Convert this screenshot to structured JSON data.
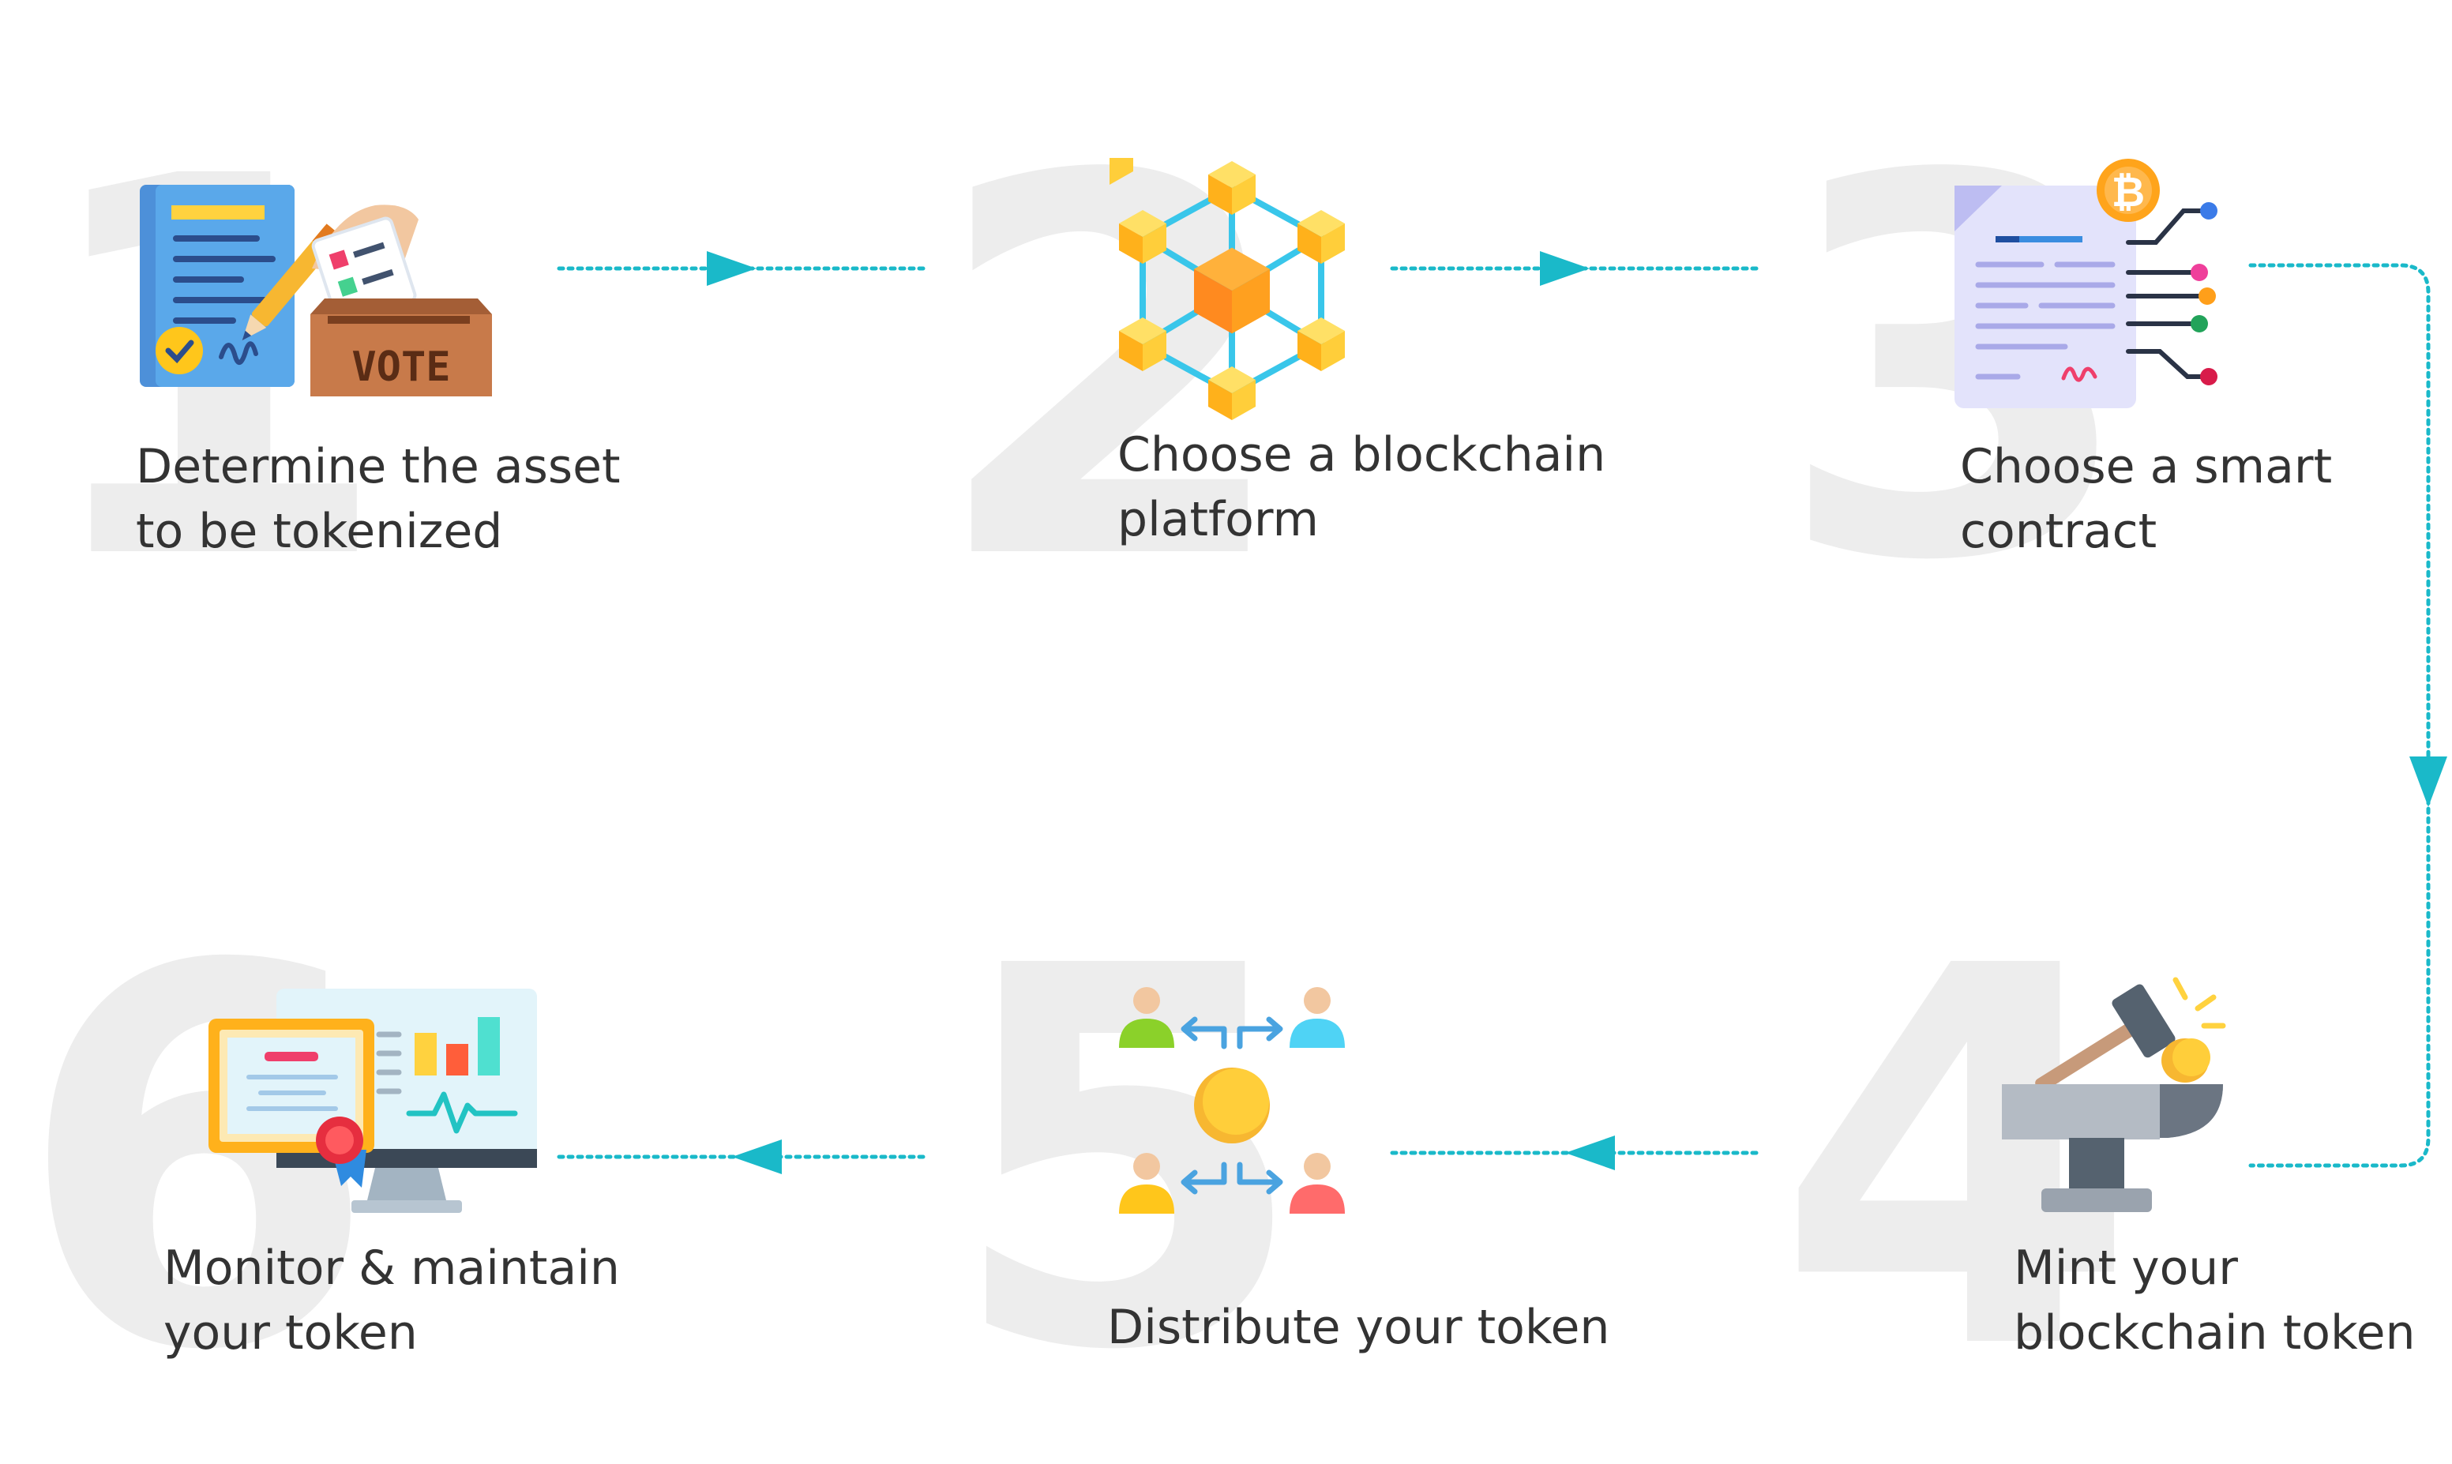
{
  "steps": [
    {
      "number": "1",
      "line1": "Determine the asset",
      "line2": "to be tokenized",
      "icon": "vote-document-icon"
    },
    {
      "number": "2",
      "line1": "Choose a blockchain",
      "line2": "platform",
      "icon": "blockchain-network-icon"
    },
    {
      "number": "3",
      "line1": "Choose a smart",
      "line2": "contract",
      "icon": "smart-contract-icon"
    },
    {
      "number": "4",
      "line1": "Mint your",
      "line2": "blockchain token",
      "icon": "anvil-hammer-coin-icon"
    },
    {
      "number": "5",
      "line1": "Distribute your token",
      "icon": "people-distribution-icon"
    },
    {
      "number": "6",
      "line1": "Monitor & maintain",
      "line2": "your token",
      "icon": "monitor-certificate-icon"
    }
  ],
  "icon_text": {
    "vote": "VOTE",
    "bitcoin": "₿"
  },
  "colors": {
    "arrow": "#1ab9c9",
    "bignum": "#ededed",
    "text": "#333333"
  }
}
